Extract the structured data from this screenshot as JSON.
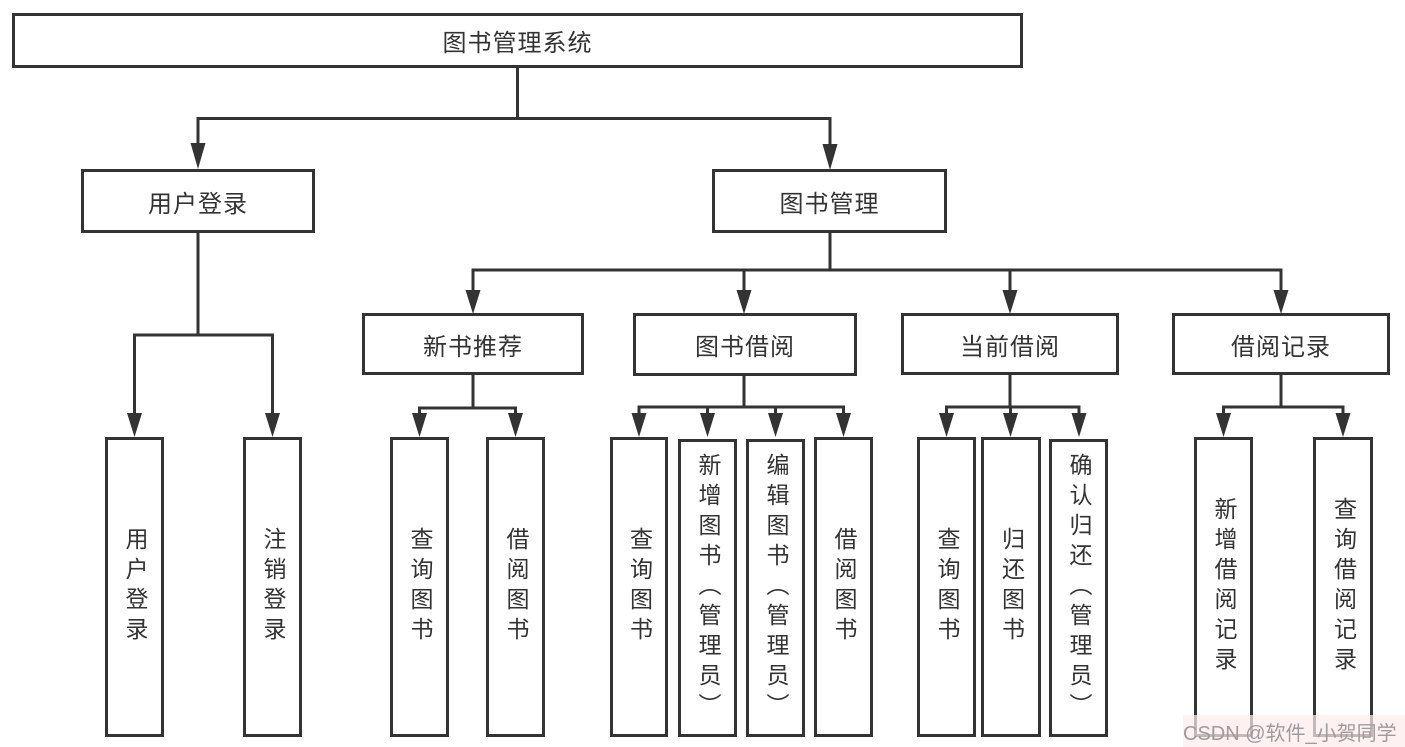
{
  "tree": {
    "root": "图书管理系统",
    "branches": [
      {
        "label": "用户登录",
        "children": [
          "用户登录",
          "注销登录"
        ]
      },
      {
        "label": "图书管理",
        "modules": [
          {
            "label": "新书推荐",
            "children": [
              "查询图书",
              "借阅图书"
            ]
          },
          {
            "label": "图书借阅",
            "children": [
              "查询图书",
              "新增图书（管理员）",
              "编辑图书（管理员）",
              "借阅图书"
            ]
          },
          {
            "label": "当前借阅",
            "children": [
              "查询图书",
              "归还图书",
              "确认归还（管理员）"
            ]
          },
          {
            "label": "借阅记录",
            "children": [
              "新增借阅记录",
              "查询借阅记录"
            ]
          }
        ]
      }
    ]
  },
  "watermark": "CSDN @软件_小贺同学",
  "colors": {
    "line": "#333333",
    "text": "#333333",
    "box_fill": "#ffffff",
    "watermark_text": "#a09a9c",
    "watermark_bg": "#fdebec"
  }
}
